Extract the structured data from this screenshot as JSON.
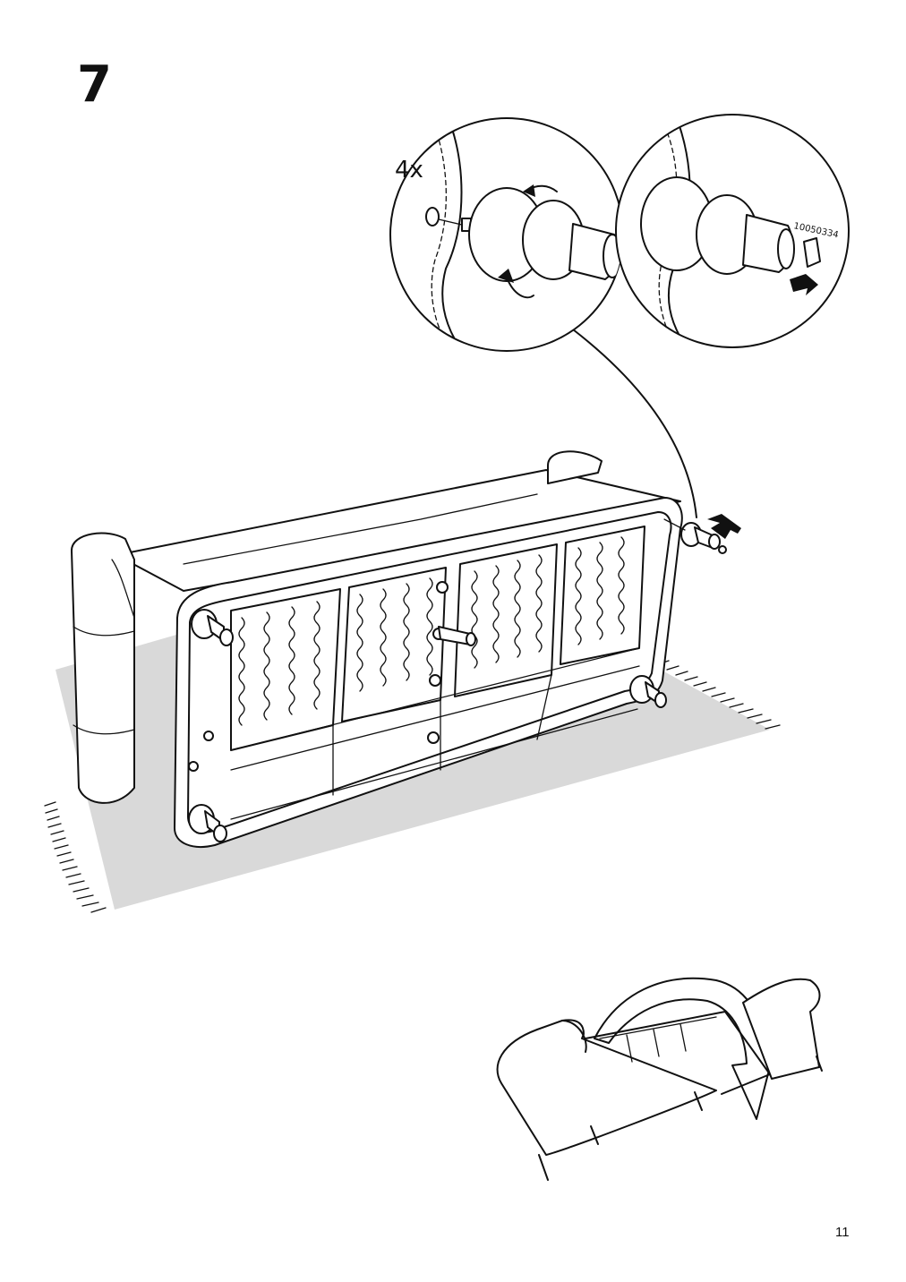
{
  "step": {
    "number": "7"
  },
  "detail": {
    "quantity": "4x",
    "part_number": "10050334"
  },
  "page": {
    "number": "11"
  },
  "icons": {
    "step_illustration": "sofa-underside-with-legs-icon",
    "detail_left": "screw-leg-rotate-icon",
    "detail_right": "insert-glide-cap-icon",
    "flip_illustration": "turn-sofa-upright-icon"
  }
}
